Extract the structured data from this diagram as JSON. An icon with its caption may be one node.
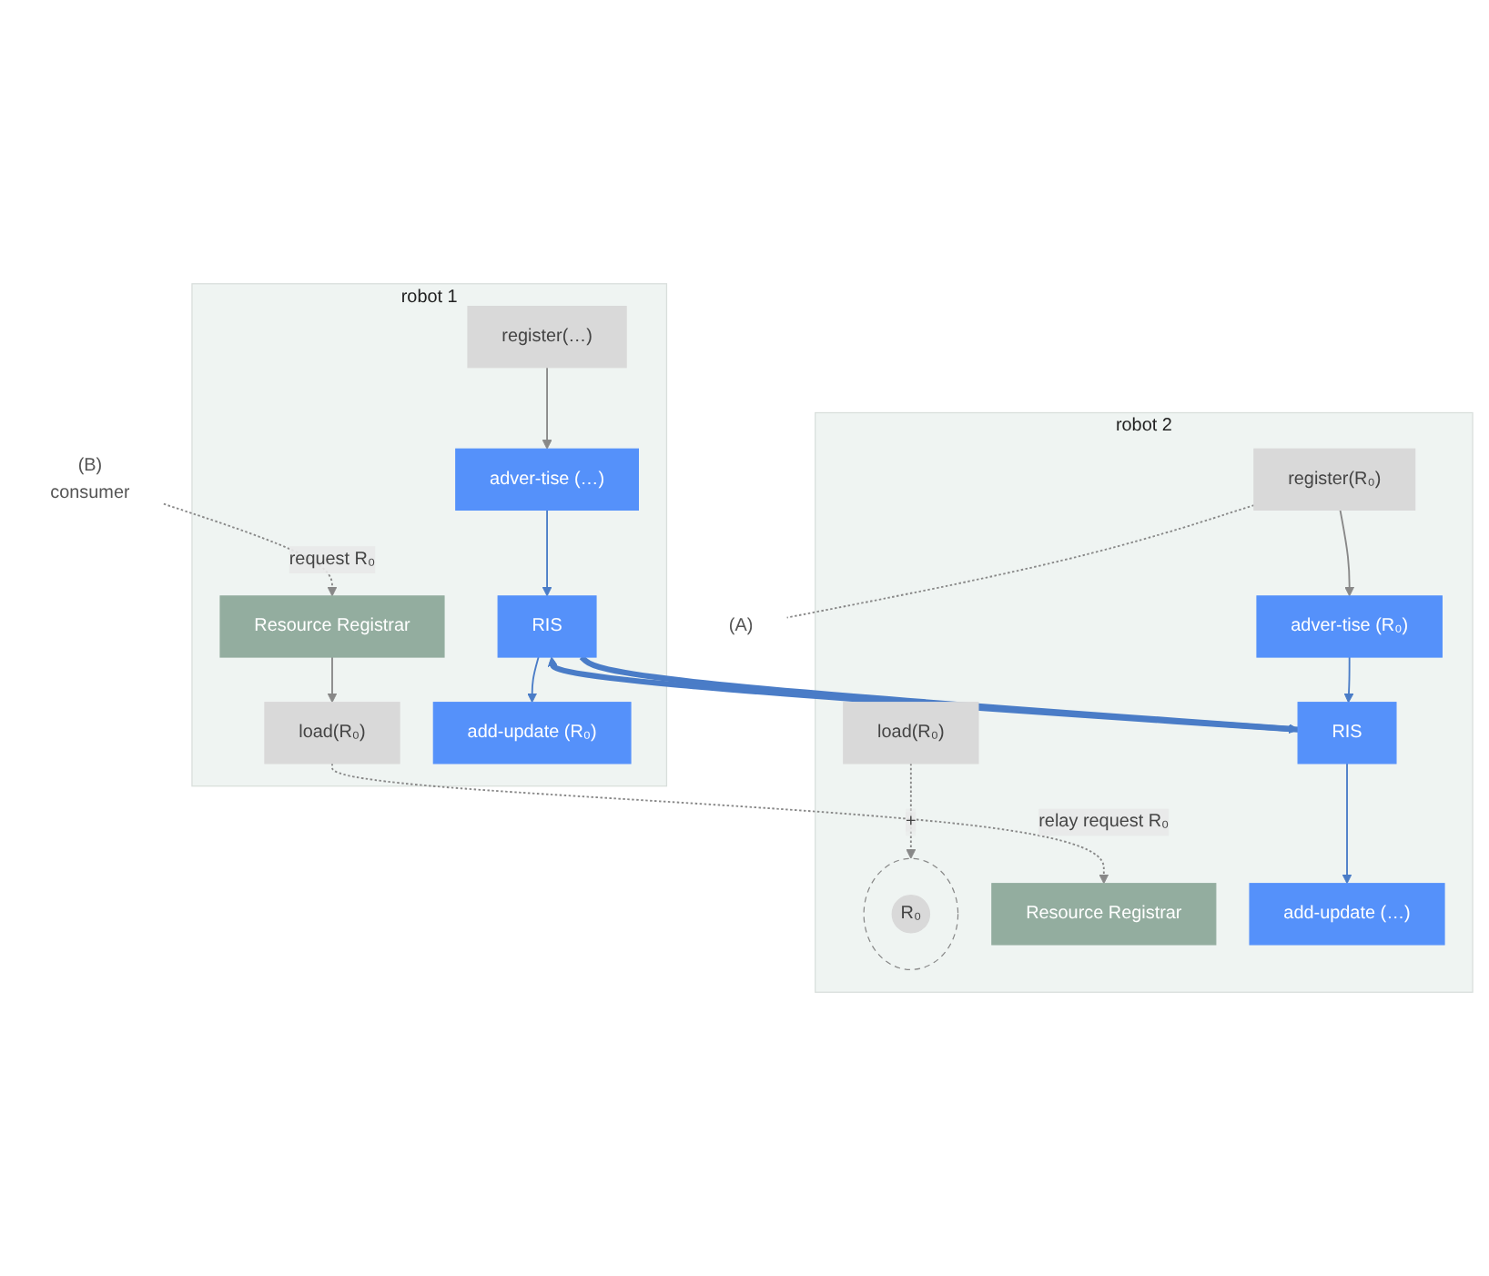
{
  "diagram": {
    "nodes": [
      {
        "text": [
          "(B)",
          "consumer"
        ]
      },
      {
        "text": [
          "robot 1"
        ]
      },
      {
        "text": [
          "Resource Registrar"
        ],
        "in": 1
      },
      {
        "text": [
          "RIS"
        ],
        "in": 1
      },
      {
        "text": [
          "load(R₀)"
        ],
        "in": 1
      },
      {
        "text": [
          "add-update (R₀)"
        ],
        "in": 1
      },
      {
        "text": [
          "adver-tise (…)"
        ],
        "in": 1
      },
      {
        "text": [
          "register(…)"
        ],
        "in": 1
      },
      {
        "text": [
          "robot 2"
        ]
      },
      {
        "text": [
          "Resource Registrar"
        ],
        "in": 8
      },
      {
        "text": [
          "RIS"
        ],
        "in": 8
      },
      {
        "text": [
          "load(R₀)"
        ],
        "in": 8
      },
      {
        "text": [
          "add-update (…)"
        ],
        "in": 8
      },
      {
        "text": [
          "adver-tise (R₀)"
        ],
        "in": 8
      },
      {
        "text": [],
        "shape": "circle",
        "in": 8
      },
      {
        "text": [
          "R₀"
        ],
        "in": 14
      },
      {
        "text": [
          "register(R₀)"
        ],
        "in": 8
      },
      {
        "text": [
          "(A)"
        ]
      }
    ],
    "edges": [
      {
        "from": 0,
        "to": 2,
        "arrow": "to",
        "style": "dashed",
        "label": "request R₀"
      },
      {
        "from": 2,
        "to": 4,
        "arrow": "to"
      },
      {
        "from": 3,
        "to": 5,
        "arrow": "to",
        "color": "#4a7cc7"
      },
      {
        "from": 6,
        "to": 3,
        "arrow": "to",
        "color": "#4a7cc7"
      },
      {
        "from": 7,
        "to": 6,
        "arrow": "to"
      },
      {
        "from": 3,
        "to": 10,
        "arrow": "to",
        "style": "thick",
        "color": "#4a7cc7"
      },
      {
        "from": 10,
        "to": 3,
        "arrow": "to",
        "style": "thick",
        "color": "#4a7cc7"
      },
      {
        "from": 4,
        "to": 9,
        "arrow": "to",
        "style": "dashed",
        "label": "relay request R₀"
      },
      {
        "from": 11,
        "to": 14,
        "arrow": "to",
        "style": "dashed",
        "label": "+"
      },
      {
        "from": 10,
        "to": 12,
        "arrow": "to",
        "color": "#4a7cc7"
      },
      {
        "from": 13,
        "to": 10,
        "arrow": "to",
        "color": "#4a7cc7"
      },
      {
        "from": 16,
        "to": 13,
        "arrow": "to"
      },
      {
        "from": 16,
        "to": 17,
        "arrow": "none",
        "style": "dashed"
      }
    ]
  }
}
